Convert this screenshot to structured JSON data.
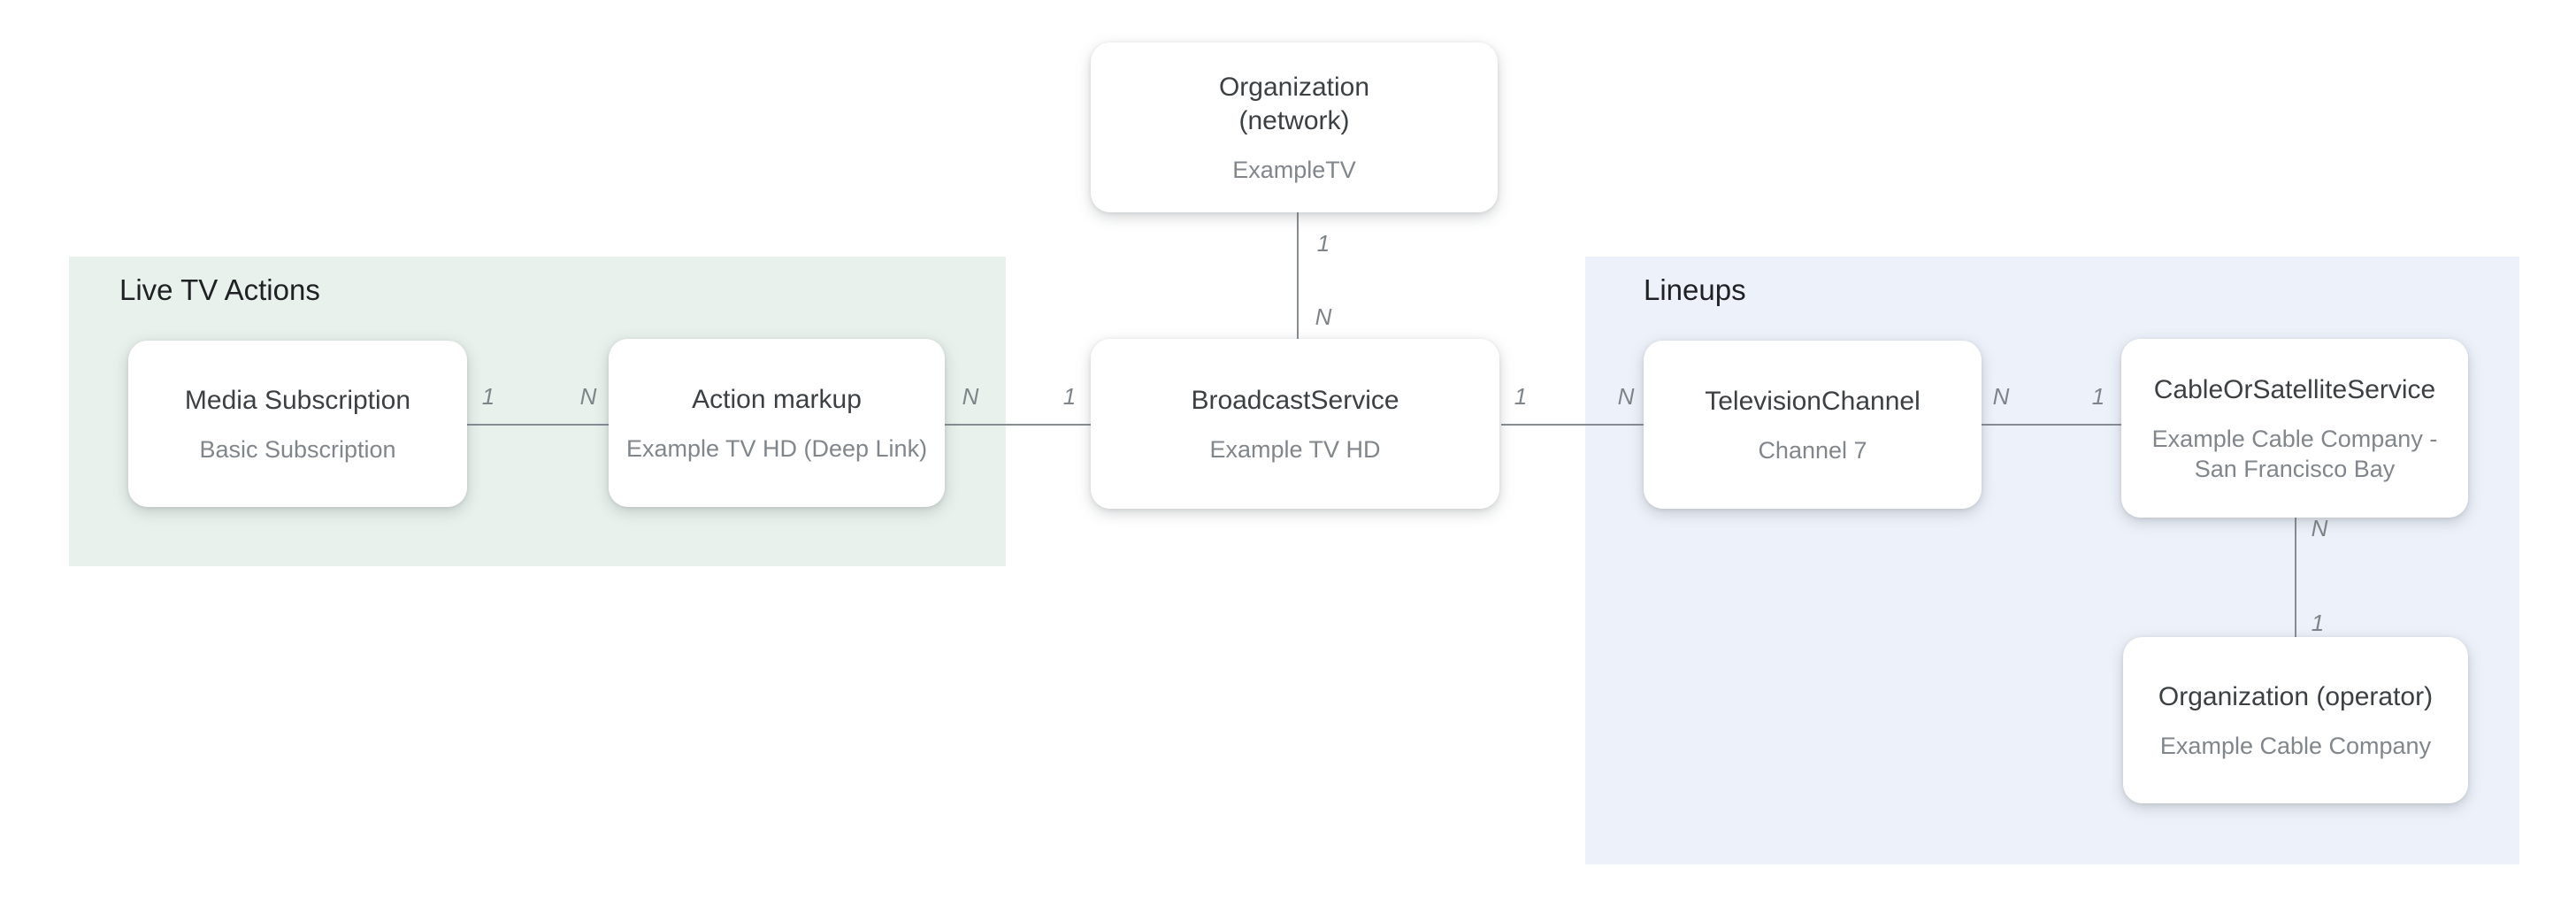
{
  "regions": {
    "live_tv_actions": {
      "title": "Live TV Actions",
      "background": "#e8f1ec"
    },
    "lineups": {
      "title": "Lineups",
      "background": "#edf1fa"
    }
  },
  "nodes": {
    "org_network": {
      "title": "Organization\n(network)",
      "subtitle": "ExampleTV"
    },
    "media_subscription": {
      "title": "Media Subscription",
      "subtitle": "Basic Subscription"
    },
    "action_markup": {
      "title": "Action markup",
      "subtitle": "Example TV HD (Deep Link)"
    },
    "broadcast_service": {
      "title": "BroadcastService",
      "subtitle": "Example TV HD"
    },
    "television_channel": {
      "title": "TelevisionChannel",
      "subtitle": "Channel 7"
    },
    "cable_or_satellite": {
      "title": "CableOrSatelliteService",
      "subtitle": "Example Cable Company -\nSan Francisco Bay"
    },
    "org_operator": {
      "title": "Organization (operator)",
      "subtitle": "Example Cable Company"
    }
  },
  "connectors": {
    "network_to_broadcast": {
      "start_label": "1",
      "end_label": "N"
    },
    "mediasub_to_action": {
      "start_label": "1",
      "end_label": "N"
    },
    "action_to_broadcast": {
      "start_label": "N",
      "end_label": "1"
    },
    "broadcast_to_tvchannel": {
      "start_label": "1",
      "end_label": "N"
    },
    "tvchannel_to_cable": {
      "start_label": "N",
      "end_label": "1"
    },
    "cable_to_operator": {
      "start_label": "N",
      "end_label": "1"
    }
  },
  "colors": {
    "node_title": "#3c4043",
    "node_subtitle": "#80868b",
    "region_title": "#202124",
    "connector_line": "#878c91",
    "cardinality_label": "#7e8488",
    "canvas_background": "#ffffff"
  }
}
